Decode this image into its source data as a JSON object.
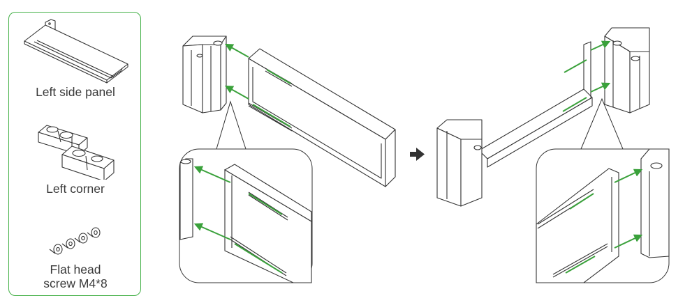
{
  "colors": {
    "panel_border": "#43b047",
    "arrow_green": "#3aa13b",
    "line_art": "#333333",
    "text": "#3a3a3a"
  },
  "parts": {
    "side_panel": {
      "label": "Left side panel",
      "icon": "side-panel-part"
    },
    "corner": {
      "label": "Left corner",
      "icon": "corner-part"
    },
    "screw": {
      "label_line1": "Flat head",
      "label_line2": "screw M4*8",
      "icon": "screw-part"
    }
  },
  "steps": {
    "arrow_icon": "right-arrow-icon"
  }
}
